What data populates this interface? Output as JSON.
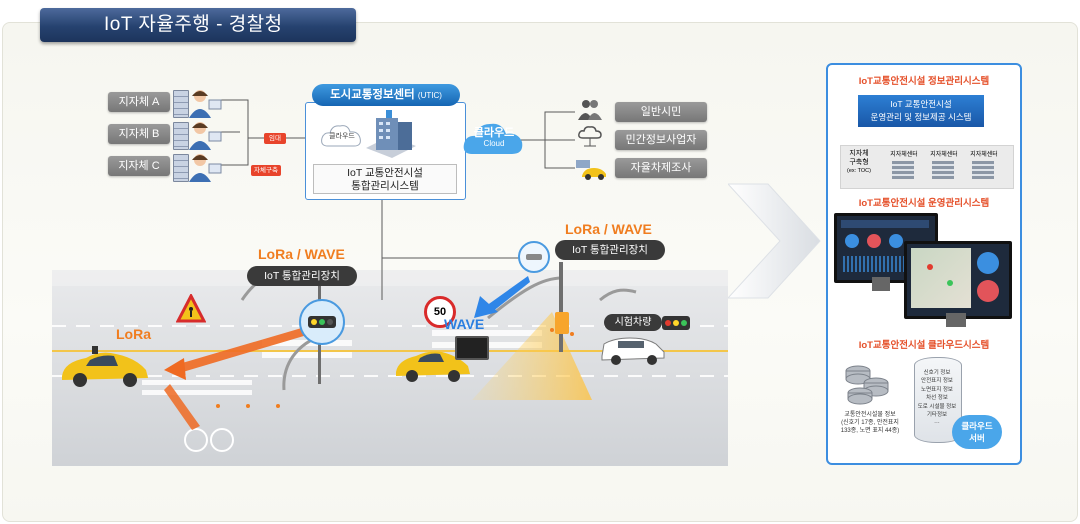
{
  "title": "IoT 자율주행 - 경찰청",
  "local_gov": [
    "지자체 A",
    "지자체 B",
    "지자체 C"
  ],
  "badges": {
    "rent": "임대",
    "build": "자체구축"
  },
  "utic": {
    "name": "도시교통정보센터",
    "suffix": "(UTIC)",
    "cloud_small": "클라우드",
    "system_line1": "IoT 교통안전시설",
    "system_line2": "통합관리시스템"
  },
  "cloud": {
    "kr": "클라우드",
    "en": "Cloud"
  },
  "users": [
    "일반시민",
    "민간정보사업자",
    "자율차제조사"
  ],
  "left_device": {
    "title": "LoRa / WAVE",
    "label": "IoT 통합관리장치"
  },
  "right_device": {
    "title": "LoRa / WAVE",
    "label": "IoT 통합관리장치"
  },
  "lora": "LoRa",
  "wave": "WAVE",
  "speed_limit": "50",
  "test_vehicle": "시험차량",
  "right_panel": {
    "info_title": "IoT교통안전시설 정보관리시스템",
    "info_box_line1": "IoT 교통안전시설",
    "info_box_line2": "운영관리 및 정보제공 시스템",
    "local_label_1": "지자체",
    "local_label_2": "구축형",
    "local_label_3": "(ex: TOC)",
    "local_centers": [
      "지자체센터",
      "지자체센터",
      "지자체센터"
    ],
    "ops_title": "IoT교통안전시설 운영관리시스템",
    "cloud_title": "IoT교통안전시설 클라우드시스템",
    "db_caption_1": "교통안전시설물 정보",
    "db_caption_2": "(신호기 17종, 안전표지",
    "db_caption_3": "133종, 노면 표지 44종)",
    "db_items": [
      "신호기 정보",
      "안전표지 정보",
      "노면표지 정보",
      "차선 정보",
      "도로 시설물 정보",
      "기타정보",
      "⋯"
    ],
    "cloud_server_1": "클라우드",
    "cloud_server_2": "서버"
  },
  "colors": {
    "accent_blue": "#1565b3",
    "orange": "#f07d1f",
    "red_badge": "#e8442b",
    "panel_border": "#3c8ee0"
  }
}
